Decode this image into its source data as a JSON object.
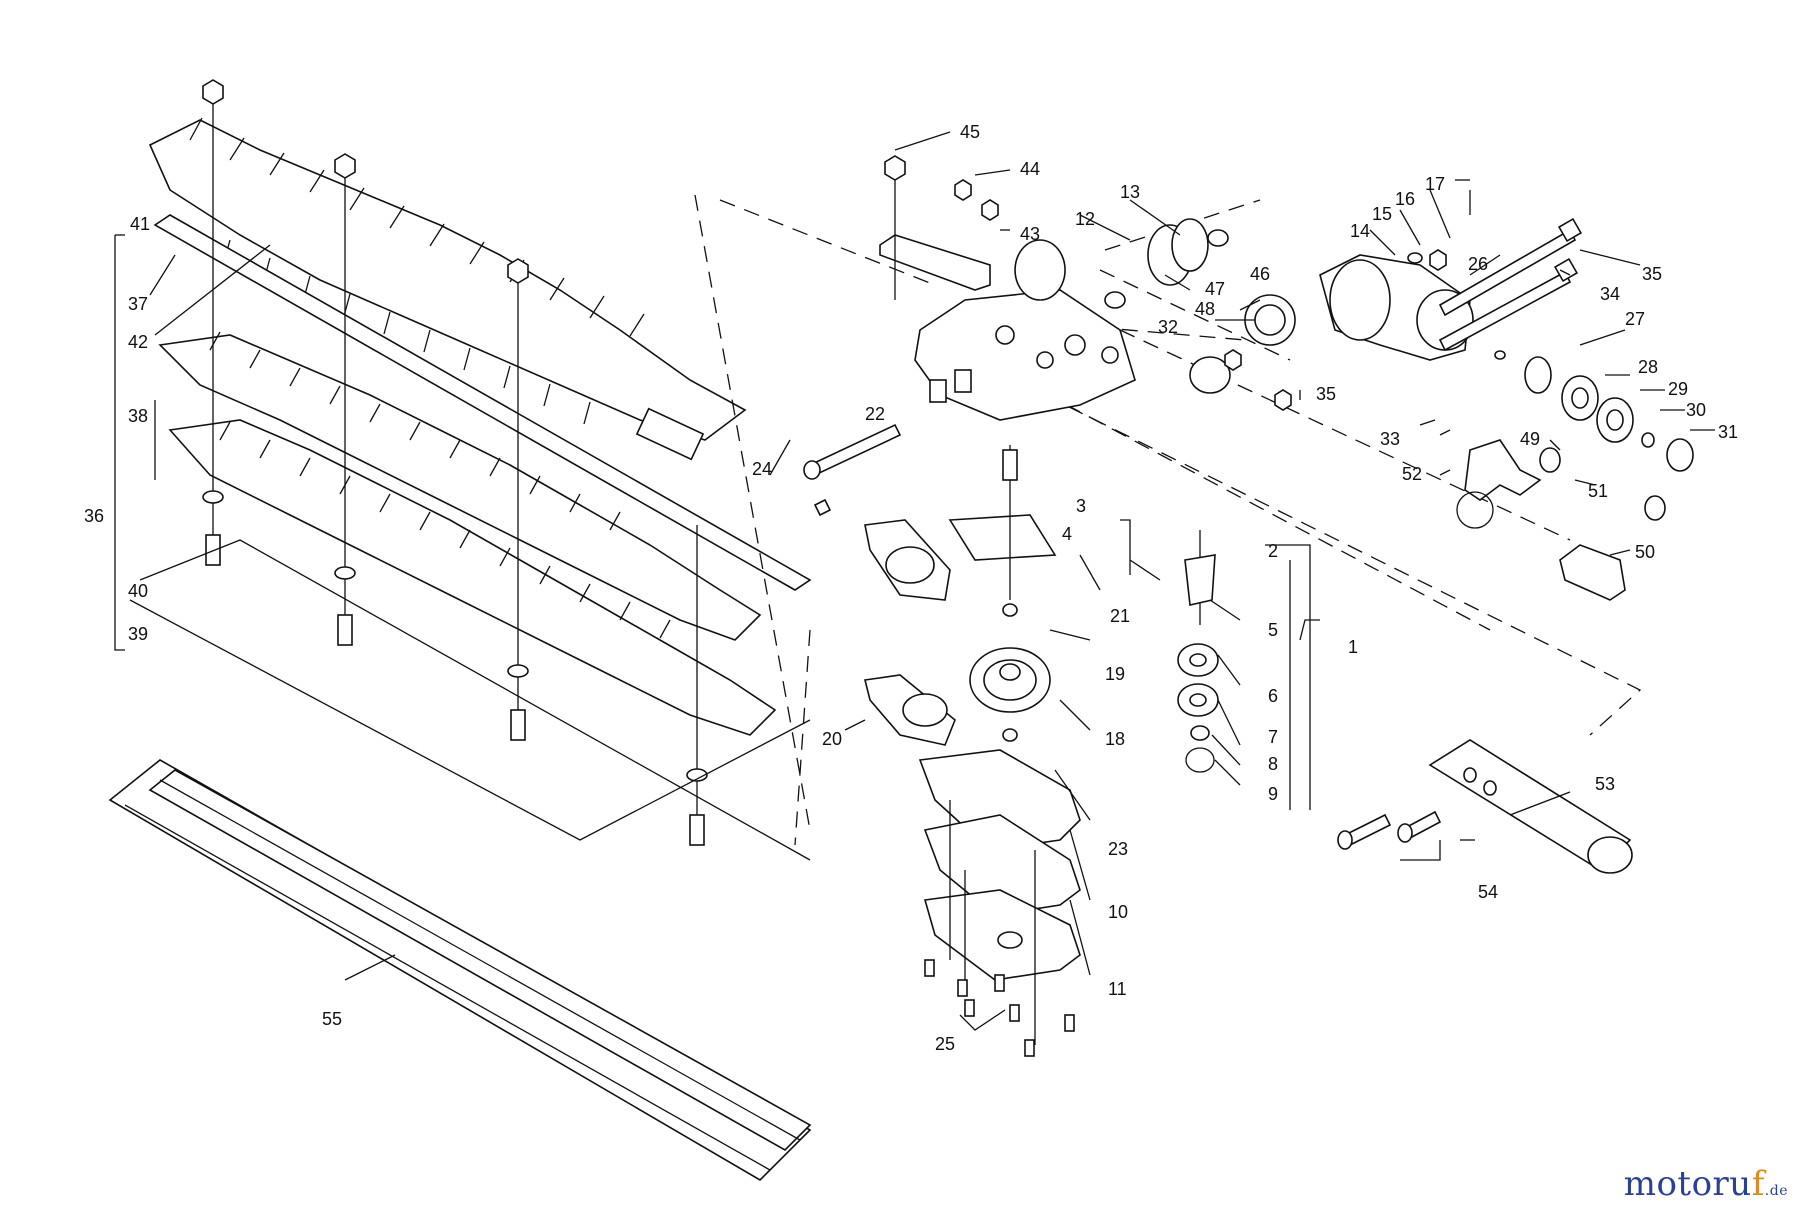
{
  "diagram": {
    "callouts": [
      "1",
      "2",
      "3",
      "4",
      "5",
      "6",
      "7",
      "8",
      "9",
      "10",
      "11",
      "12",
      "13",
      "14",
      "15",
      "16",
      "17",
      "18",
      "19",
      "20",
      "21",
      "22",
      "23",
      "24",
      "25",
      "26",
      "27",
      "28",
      "29",
      "30",
      "31",
      "32",
      "33",
      "34",
      "35",
      "35",
      "36",
      "37",
      "38",
      "39",
      "40",
      "41",
      "42",
      "43",
      "44",
      "45",
      "46",
      "47",
      "48",
      "49",
      "50",
      "51",
      "52",
      "53",
      "54",
      "55"
    ]
  },
  "watermark": {
    "main": "motoru",
    "accent": "f",
    "suffix": ".de"
  }
}
